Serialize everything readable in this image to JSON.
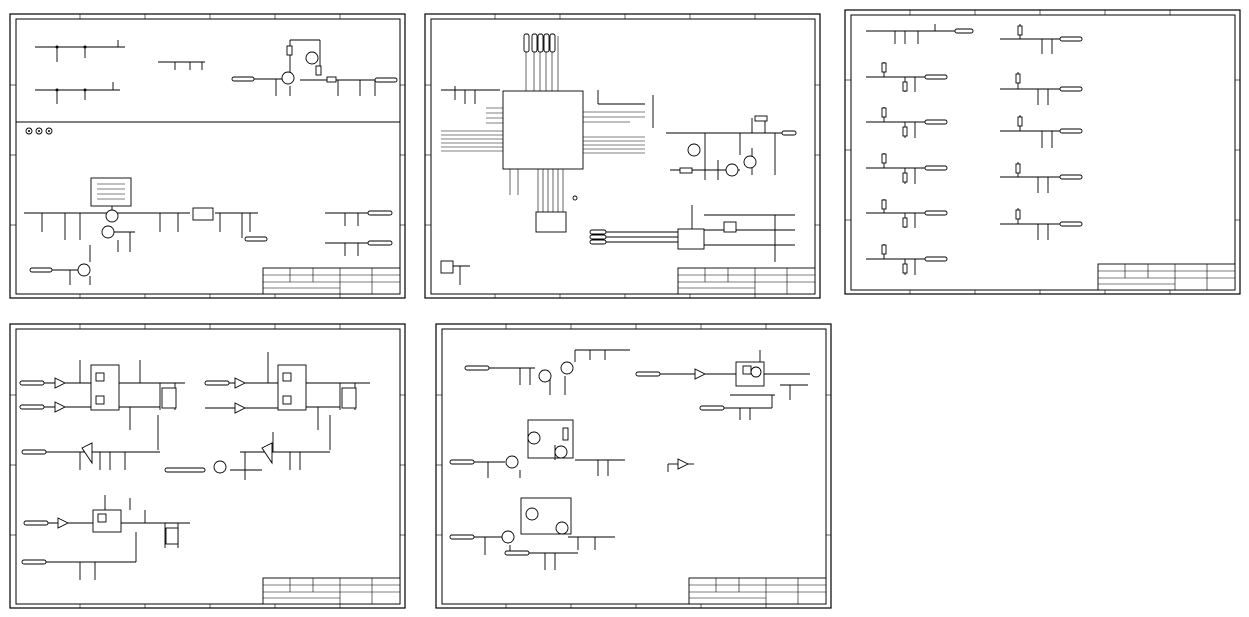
{
  "document": {
    "kind": "schematic-sheet-overview",
    "sheets": [
      {
        "id": "sheet-1"
      },
      {
        "id": "sheet-2"
      },
      {
        "id": "sheet-3"
      },
      {
        "id": "sheet-4"
      },
      {
        "id": "sheet-5"
      }
    ]
  },
  "colors": {
    "ink": "#000000",
    "paper": "#ffffff"
  }
}
